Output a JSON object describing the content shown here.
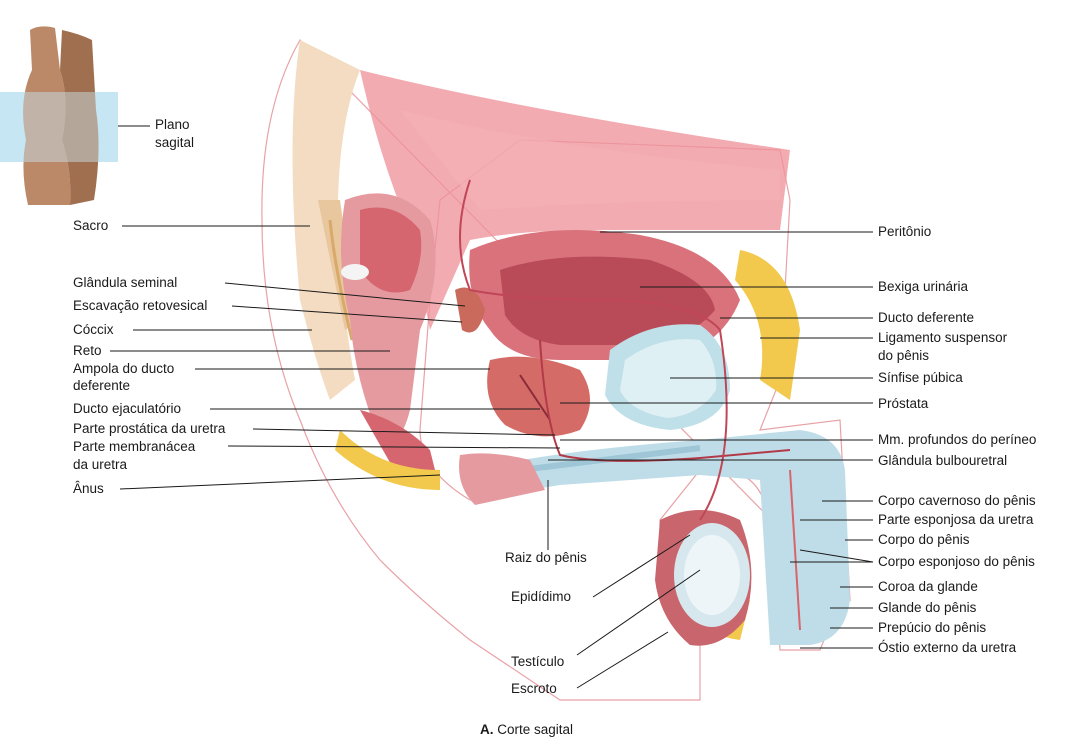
{
  "inset": {
    "label_line1": "Plano",
    "label_line2": "sagital"
  },
  "labels_left": {
    "sacro": "Sacro",
    "glandula_seminal": "Glândula seminal",
    "escavacao": "Escavação retovesical",
    "coccix": "Cóccix",
    "reto": "Reto",
    "ampola_1": "Ampola do ducto",
    "ampola_2": "deferente",
    "ducto_ejaculatorio": "Ducto ejaculatório",
    "parte_prostatica": "Parte prostática da uretra",
    "parte_membranacea_1": "Parte membranácea",
    "parte_membranacea_2": "da uretra",
    "anus": "Ânus"
  },
  "labels_bottom": {
    "raiz": "Raiz do pênis",
    "epididimo": "Epidídimo",
    "testiculo": "Testículo",
    "escroto": "Escroto"
  },
  "labels_right": {
    "peritonio": "Peritônio",
    "bexiga": "Bexiga urinária",
    "ducto_deferente": "Ducto deferente",
    "ligamento_1": "Ligamento suspensor",
    "ligamento_2": "do pênis",
    "sinfise": "Sínfise púbica",
    "prostata": "Próstata",
    "mm_profundos": "Mm. profundos do períneo",
    "bulbouretral": "Glândula bulbouretral",
    "corpo_cavernoso": "Corpo cavernoso do pênis",
    "parte_esponjosa": "Parte esponjosa da uretra",
    "corpo_penis": "Corpo do pênis",
    "corpo_esponjoso": "Corpo esponjoso do pênis",
    "coroa": "Coroa da glande",
    "glande": "Glande do pênis",
    "prepucio": "Prepúcio do pênis",
    "ostio": "Óstio externo da uretra"
  },
  "caption": {
    "letter": "A.",
    "text": "Corte sagital"
  },
  "colors": {
    "flesh": "#f2dcc8",
    "muscle": "#e9a3a6",
    "muscle_dark": "#c95f6b",
    "fat": "#f2c94c",
    "cartilage": "#bfe0e8",
    "skin_outline": "#d9646b"
  }
}
